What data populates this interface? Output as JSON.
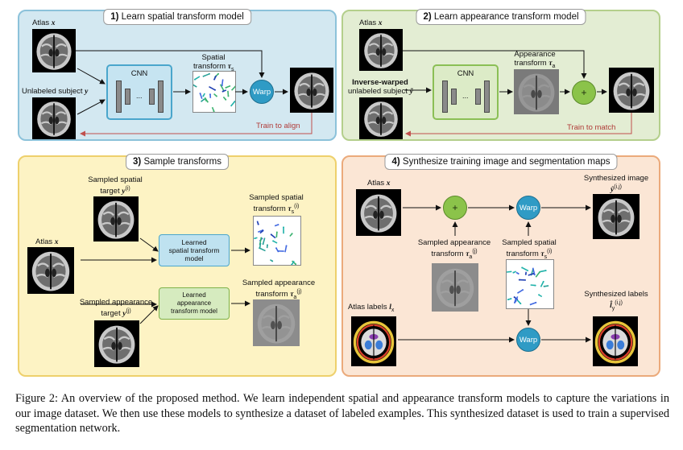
{
  "panel1": {
    "num": "1)",
    "title": "Learn spatial transform model",
    "atlas": "Atlas",
    "atlas_sym": "x",
    "unlabeled": "Unlabeled subject",
    "unlabeled_sym": "y",
    "cnn": "CNN",
    "cnn_dots": "...",
    "spatial_line1": "Spatial",
    "spatial_line2": "transform",
    "spatial_sym": "τ",
    "spatial_sub": "s",
    "warp": "Warp",
    "train": "Train to align"
  },
  "panel2": {
    "num": "2)",
    "title": "Learn appearance transform model",
    "atlas": "Atlas",
    "atlas_sym": "x",
    "inv_bold": "Inverse-warped",
    "inv_line2": "unlabeled subject",
    "inv_sym": "ỹ",
    "cnn": "CNN",
    "cnn_dots": "...",
    "app_line1": "Appearance",
    "app_line2": "transform",
    "app_sym": "τ",
    "app_sub": "a",
    "plus": "+",
    "train": "Train to match"
  },
  "panel3": {
    "num": "3)",
    "title": "Sample transforms",
    "sampled_spatial_target_1": "Sampled spatial",
    "sampled_spatial_target_2": "target",
    "target_i_sym": "y",
    "target_i_sup": "(i)",
    "atlas": "Atlas",
    "atlas_sym": "x",
    "sampled_app_target_1": "Sampled appearance",
    "sampled_app_target_2": "target",
    "target_j_sym": "y",
    "target_j_sup": "(j)",
    "learned_spatial": [
      "Learned",
      "spatial transform",
      "model"
    ],
    "learned_app": [
      "Learned",
      "appearance",
      "transform model"
    ],
    "out_spatial_1": "Sampled spatial",
    "out_spatial_2": "transform",
    "out_spatial_sym": "τ",
    "out_spatial_sub": "s",
    "out_spatial_sup": "(i)",
    "out_app_1": "Sampled appearance",
    "out_app_2": "transform",
    "out_app_sym": "τ",
    "out_app_sub": "a",
    "out_app_sup": "(j)"
  },
  "panel4": {
    "num": "4)",
    "title": "Synthesize training image and segmentation maps",
    "atlas": "Atlas",
    "atlas_sym": "x",
    "plus": "+",
    "warp": "Warp",
    "synth_img": "Synthesized image",
    "synth_img_sym": "ŷ",
    "synth_img_sup": "(i,j)",
    "samp_app_1": "Sampled appearance",
    "samp_app_2": "transform",
    "samp_app_sym": "τ",
    "samp_app_sub": "a",
    "samp_app_sup": "(j)",
    "samp_sp_1": "Sampled spatial",
    "samp_sp_2": "transform",
    "samp_sp_sym": "τ",
    "samp_sp_sub": "s",
    "samp_sp_sup": "(i)",
    "atlas_labels": "Atlas labels",
    "atlas_labels_sym": "l",
    "atlas_labels_sub": "x",
    "synth_lbl": "Synthesized labels",
    "synth_lbl_sym": "l̂",
    "synth_lbl_sub": "y",
    "synth_lbl_sup": "(i,j)"
  },
  "caption": "Figure 2: An overview of the proposed method. We learn independent spatial and appearance transform models to capture the variations in our image dataset. We then use these models to synthesize a dataset of labeled examples. This synthesized dataset is used to train a supervised segmentation network.",
  "colors": {
    "panel1_bg": "#d3e8f1",
    "panel2_bg": "#e3edd3",
    "panel3_bg": "#fdf3c4",
    "panel4_bg": "#fbe6d5",
    "warp": "#2f9bc5",
    "plus": "#8bc34a",
    "train_arrow": "#c0504d"
  }
}
